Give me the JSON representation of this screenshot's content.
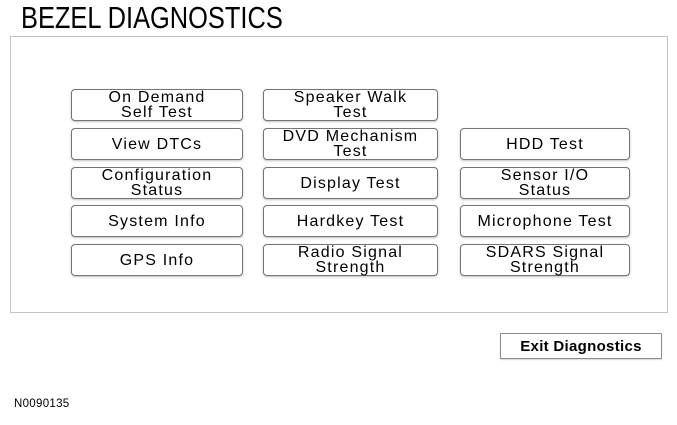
{
  "title": "BEZEL DIAGNOSTICS",
  "buttons": [
    {
      "name": "on-demand-self-test",
      "label": "On Demand\nSelf Test"
    },
    {
      "name": "view-dtcs",
      "label": "View DTCs"
    },
    {
      "name": "configuration-status",
      "label": "Configuration\nStatus"
    },
    {
      "name": "system-info",
      "label": "System Info"
    },
    {
      "name": "gps-info",
      "label": "GPS Info"
    },
    {
      "name": "speaker-walk-test",
      "label": "Speaker Walk\nTest"
    },
    {
      "name": "dvd-mechanism-test",
      "label": "DVD Mechanism\nTest"
    },
    {
      "name": "display-test",
      "label": "Display Test"
    },
    {
      "name": "hardkey-test",
      "label": "Hardkey Test"
    },
    {
      "name": "radio-signal-strength",
      "label": "Radio Signal\nStrength"
    },
    {
      "name": "hdd-test",
      "label": "HDD Test"
    },
    {
      "name": "sensor-io-status",
      "label": "Sensor I/O\nStatus"
    },
    {
      "name": "microphone-test",
      "label": "Microphone Test"
    },
    {
      "name": "sdars-signal-strength",
      "label": "SDARS Signal\nStrength"
    }
  ],
  "exit_button": {
    "label": "Exit Diagnostics"
  },
  "footer": {
    "code": "N0090135"
  },
  "colors": {
    "background": "#ffffff",
    "text": "#000000",
    "frame_border": "#c2c2c2",
    "button_border": "#757575",
    "exit_border": "#8b8b8b"
  }
}
